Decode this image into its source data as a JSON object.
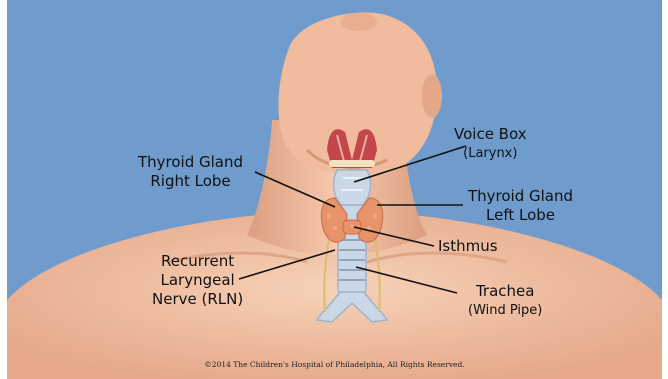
{
  "colors": {
    "background": "#6f9ccc",
    "skin": "#f3c3a6",
    "skin_shadow": "#dd9f80",
    "thyroid": "#e8946a",
    "trachea": "#c9d7e6",
    "muscle": "#c3464a",
    "nerve": "#d8c06a",
    "leader_line": "#111111"
  },
  "labels": {
    "voice_box": {
      "line1": "Voice Box",
      "line2": "(Larynx)"
    },
    "thyroid_right": {
      "line1": "Thyroid Gland",
      "line2": "Right Lobe"
    },
    "thyroid_left": {
      "line1": "Thyroid Gland",
      "line2": "Left Lobe"
    },
    "isthmus": {
      "line1": "Isthmus"
    },
    "rln": {
      "line1": "Recurrent",
      "line2": "Laryngeal",
      "line3": "Nerve (RLN)"
    },
    "trachea": {
      "line1": "Trachea",
      "line2": "(Wind Pipe)"
    }
  },
  "copyright": "©2014 The Children's Hospital of Philadelphia, All Rights Reserved."
}
